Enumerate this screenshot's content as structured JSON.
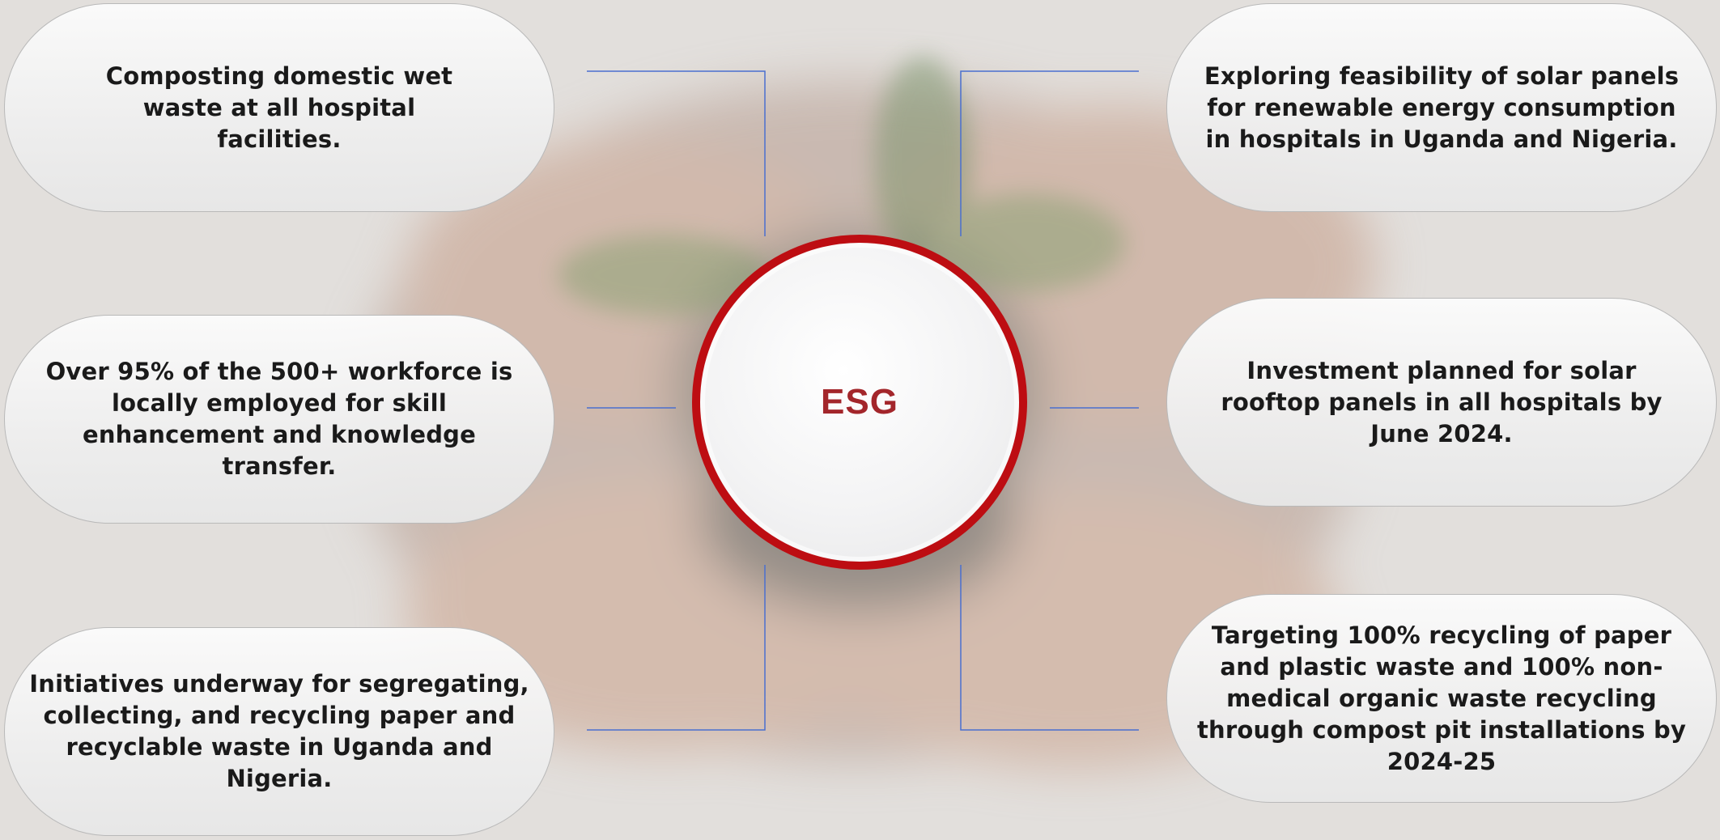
{
  "center": {
    "label": "ESG"
  },
  "items": [
    {
      "id": "tl",
      "text": "Composting domestic wet waste at all hospital facilities."
    },
    {
      "id": "ml",
      "text": "Over 95% of the 500+ workforce is locally employed for skill enhancement and knowledge transfer."
    },
    {
      "id": "bl",
      "text": "Initiatives underway for segregating, collecting, and recycling paper and recyclable waste in Uganda and Nigeria."
    },
    {
      "id": "tr",
      "text": "Exploring feasibility of solar panels for renewable energy consumption in hospitals in Uganda and Nigeria."
    },
    {
      "id": "mr",
      "text": "Investment planned for solar rooftop panels in all hospitals by June 2024."
    },
    {
      "id": "br",
      "text": "Targeting 100% recycling of paper and plastic waste and 100% non-medical organic waste recycling through compost pit installations by 2024-25"
    }
  ],
  "colors": {
    "ring": "#bd0d12",
    "hub_text": "#a3262b",
    "connector": "#4a6fcf",
    "background": "#e4e1df"
  }
}
